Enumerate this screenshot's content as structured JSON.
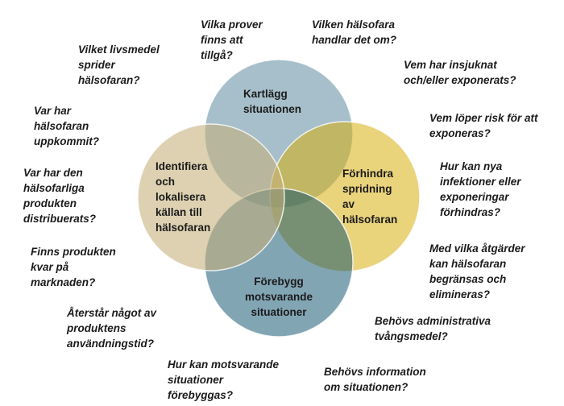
{
  "venn": {
    "background_color": "#ffffff",
    "text_color": "#1b1b1b",
    "outline_color": "#ffffff",
    "circles": [
      {
        "name": "kartlagg-situationen",
        "label": "Kartlägg\nsituationen",
        "fill": "rgba(107,149,167,0.60)",
        "solid_color": "#A6BFCA"
      },
      {
        "name": "forhindra-spridning",
        "label": "Förhindra\nspridning\nav\nhälsofaran",
        "fill": "rgba(215,175,15,0.55)",
        "solid_color": "#E9D37B"
      },
      {
        "name": "forebygg-motsvarande",
        "label": "Förebygg\nmotsvarande\nsituationer",
        "fill": "rgba(5,75,105,0.50)",
        "solid_color": "#82A5B4"
      },
      {
        "name": "identifiera-lokalisera",
        "label": "Identifiera\noch\nlokalisera\nkällan till\nhälsofaran",
        "fill": "rgba(196,176,122,0.58)",
        "solid_color": "#DDD1B2"
      }
    ],
    "questions": [
      {
        "text": "Vilka prover\nfinns att\ntillgå?"
      },
      {
        "text": "Vilken hälsofara\nhandlar det om?"
      },
      {
        "text": "Vilket livsmedel\nsprider\nhälsofaran?"
      },
      {
        "text": "Vem har insjuknat\noch/eller exponerats?"
      },
      {
        "text": "Var har\nhälsofaran\nuppkommit?"
      },
      {
        "text": "Vem löper risk för att\nexponeras?"
      },
      {
        "text": "Var har den\nhälsofarliga\nprodukten\ndistribuerats?"
      },
      {
        "text": "Hur kan nya\ninfektioner eller\nexponeringar\nförhindras?"
      },
      {
        "text": "Finns produkten\nkvar på\nmarknaden?"
      },
      {
        "text": "Med vilka åtgärder\nkan hälsofaran\nbegränsas och\nelimineras?"
      },
      {
        "text": "Återstår något av\nproduktens\nanvändningstid?"
      },
      {
        "text": "Behövs administrativa\ntvångsmedel?"
      },
      {
        "text": "Hur kan motsvarande\nsituationer\nförebyggas?"
      },
      {
        "text": "Behövs information\nom situationen?"
      }
    ]
  }
}
